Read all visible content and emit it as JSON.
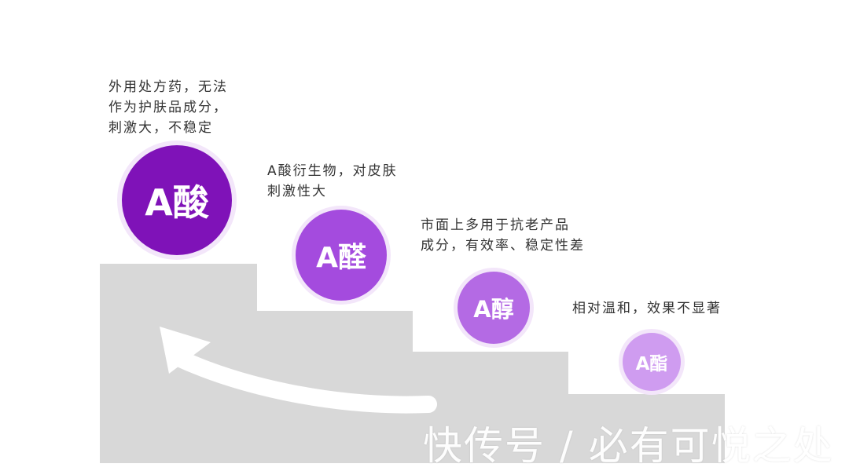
{
  "notes": {
    "acid": "外用处方药，无法\n作为护肤品成分，\n刺激大，不稳定",
    "aldehyde": "A酸衍生物，对皮肤\n刺激性大",
    "alcohol": "市面上多用于抗老产品\n成分，有效率、稳定性差",
    "ester": "相对温和，效果不显著"
  },
  "levels": [
    {
      "label": "A酸",
      "color": "#7f12b8"
    },
    {
      "label": "A醛",
      "color": "#a44bde"
    },
    {
      "label": "A醇",
      "color": "#b46ae4"
    },
    {
      "label": "A酯",
      "color": "#cf9cf0"
    }
  ],
  "colors": {
    "stairs": "#d8d8d8",
    "halo": "#f3e6fa",
    "arrow": "#ffffff"
  },
  "watermark": "快传号 / 必有可悦之处"
}
